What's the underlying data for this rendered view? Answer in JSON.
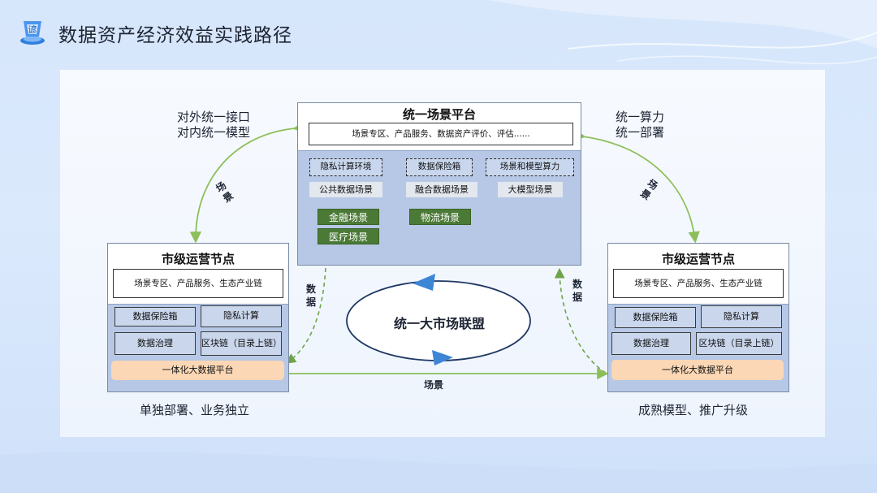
{
  "header": {
    "title": "数据资产经济效益实践路径"
  },
  "colors": {
    "accent_green": "#8cbf5a",
    "chip_green": "#4b7a37",
    "inner_blue": "#b6c8e6",
    "orange_bar": "#fcd7b5",
    "arrow_blue": "#3d86d6"
  },
  "center": {
    "title": "统一场景平台",
    "subtitle": "场景专区、产品服务、数据资产评价、评估......",
    "envs": [
      "隐私计算环境",
      "数据保险箱",
      "场景和模型算力"
    ],
    "scenes": [
      "公共数据场景",
      "融合数据场景",
      "大模型场景"
    ],
    "industry": [
      "金融场景",
      "物流场景",
      "医疗场景"
    ]
  },
  "left_node": {
    "title": "市级运营节点",
    "subtitle": "场景专区、产品服务、生态产业链",
    "cells": [
      "数据保险箱",
      "隐私计算",
      "数据治理",
      "区块链（目录上链）"
    ],
    "bar": "一体化大数据平台",
    "caption": "单独部署、业务独立"
  },
  "right_node": {
    "title": "市级运营节点",
    "subtitle": "场景专区、产品服务、生态产业链",
    "cells": [
      "数据保险箱",
      "隐私计算",
      "数据治理",
      "区块链（目录上链）"
    ],
    "bar": "一体化大数据平台",
    "caption": "成熟模型、推广升级"
  },
  "labels": {
    "left_top_1": "对外统一接口",
    "left_top_2": "对内统一模型",
    "right_top_1": "统一算力",
    "right_top_2": "统一部署",
    "scene": "场景",
    "data": "数据",
    "market": "统一大市场联盟"
  }
}
